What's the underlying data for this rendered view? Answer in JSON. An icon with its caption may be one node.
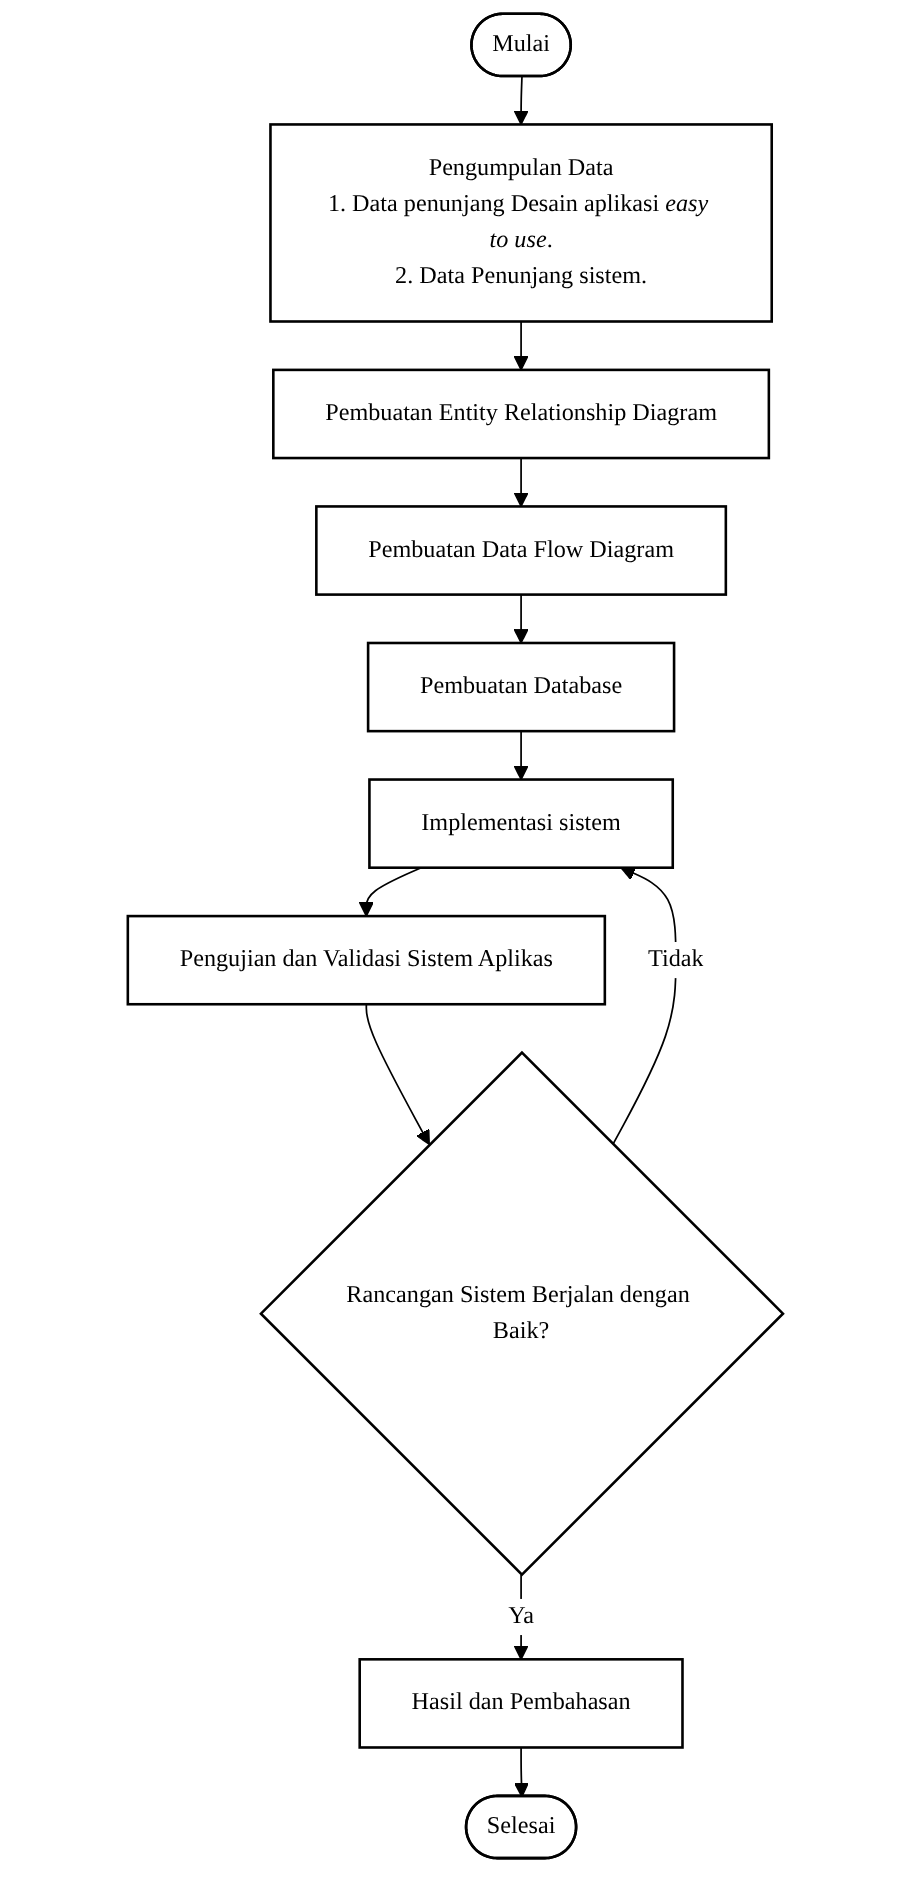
{
  "diagram": {
    "nodes": [
      {
        "text": [
          "Mulai"
        ]
      },
      {
        "text": [
          "Pengumpulan Data",
          "1. Data penunjang Desain aplikasi *easy to use*.",
          "2. Data Penunjang sistem."
        ]
      },
      {
        "text": [
          "Pembuatan Entity Relationship Diagram"
        ]
      },
      {
        "text": [
          "Pembuatan Data Flow Diagram"
        ]
      },
      {
        "text": [
          "Pembuatan Database"
        ]
      },
      {
        "text": [
          "Implementasi sistem"
        ]
      },
      {
        "text": [
          "Pengujian dan Validasi Sistem Aplikas"
        ]
      },
      {
        "text": [
          "Rancangan Sistem Berjalan dengan Baik?"
        ]
      },
      {
        "text": [
          "Hasil dan Pembahasan"
        ]
      },
      {
        "text": [
          "Selesai"
        ]
      }
    ],
    "edges": [
      {
        "from": 0,
        "to": 1,
        "arrow": "to"
      },
      {
        "from": 1,
        "to": 2,
        "arrow": "to"
      },
      {
        "from": 2,
        "to": 3,
        "arrow": "to"
      },
      {
        "from": 3,
        "to": 4,
        "arrow": "to"
      },
      {
        "from": 4,
        "to": 5,
        "arrow": "to"
      },
      {
        "from": 5,
        "to": 6,
        "arrow": "to"
      },
      {
        "from": 6,
        "to": 7,
        "arrow": "to"
      },
      {
        "from": 7,
        "to": 5,
        "arrow": "to",
        "label": "Tidak"
      },
      {
        "from": 7,
        "to": 8,
        "arrow": "to",
        "label": "Ya"
      },
      {
        "from": 8,
        "to": 9,
        "arrow": "to"
      }
    ]
  }
}
